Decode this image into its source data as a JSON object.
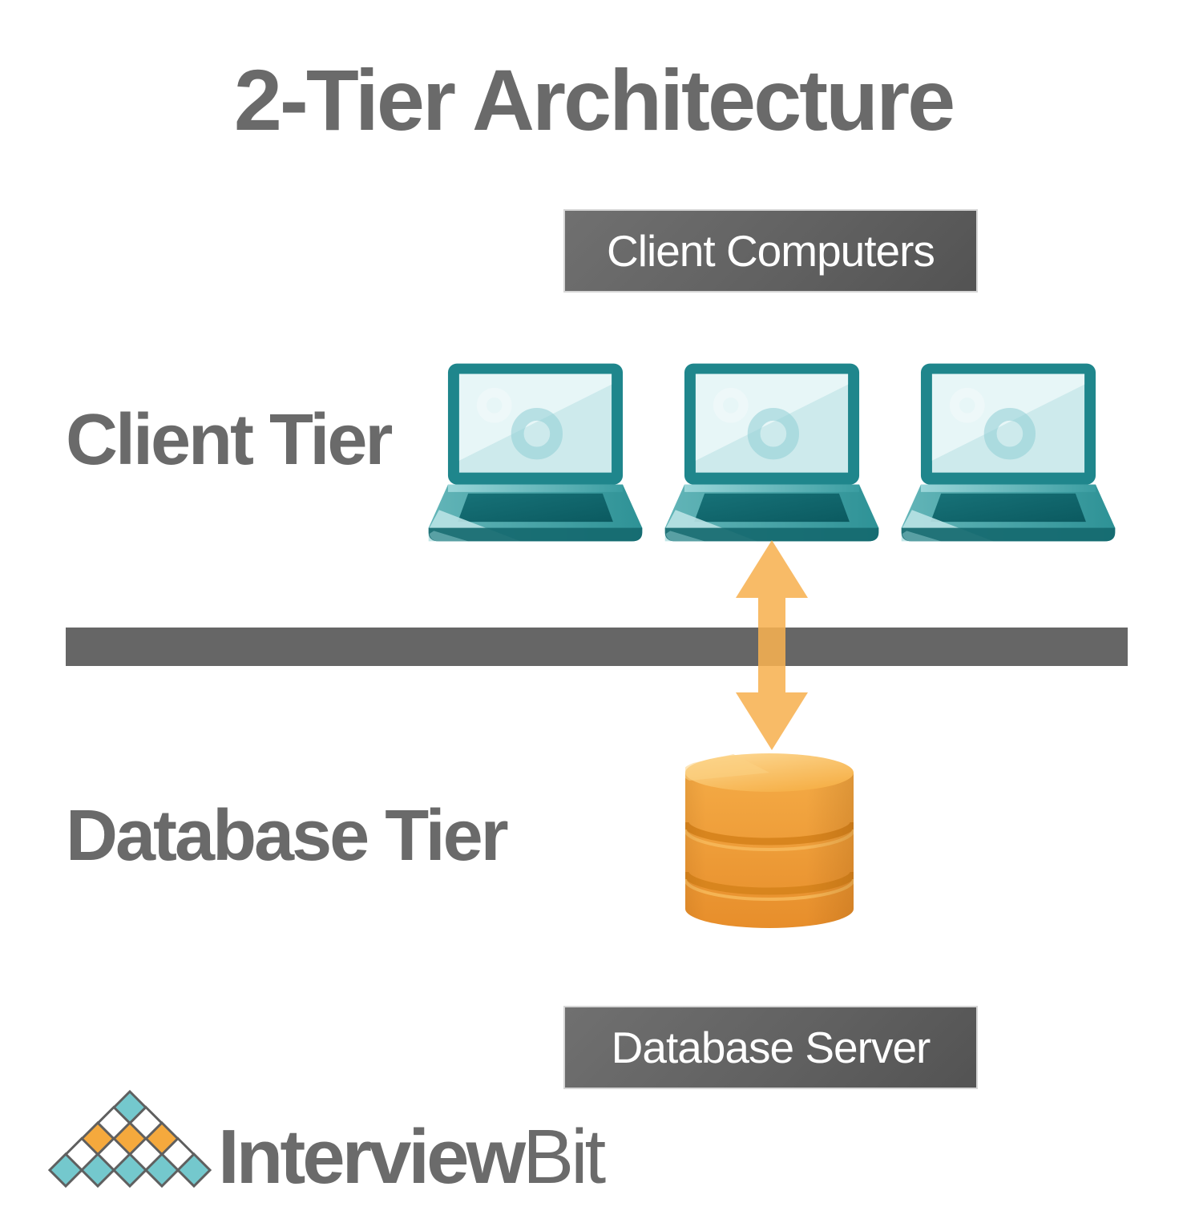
{
  "title": "2-Tier Architecture",
  "client_tier": {
    "label": "Client Tier",
    "badge": "Client Computers",
    "computer_count": 3
  },
  "database_tier": {
    "label": "Database Tier",
    "badge": "Database Server"
  },
  "brand": {
    "name_bold": "Interview",
    "name_light": "Bit"
  },
  "icons": {
    "laptop": "laptop-icon",
    "database": "database-cylinder-icon",
    "arrow": "double-headed-arrow-icon",
    "logo": "interviewbit-diamond-pyramid-logo"
  },
  "colors": {
    "heading_text": "#6a6a6a",
    "badge_background": "#5f5f5f",
    "badge_text": "#ffffff",
    "divider_gray": "#666666",
    "laptop_teal": "#1f868c",
    "laptop_screen": "#cdeaec",
    "arrow_orange": "#f6b152",
    "database_orange": "#efa03c",
    "logo_teal": "#74c8cd",
    "logo_orange": "#f5a93d",
    "logo_outline": "#5f5f5f"
  }
}
